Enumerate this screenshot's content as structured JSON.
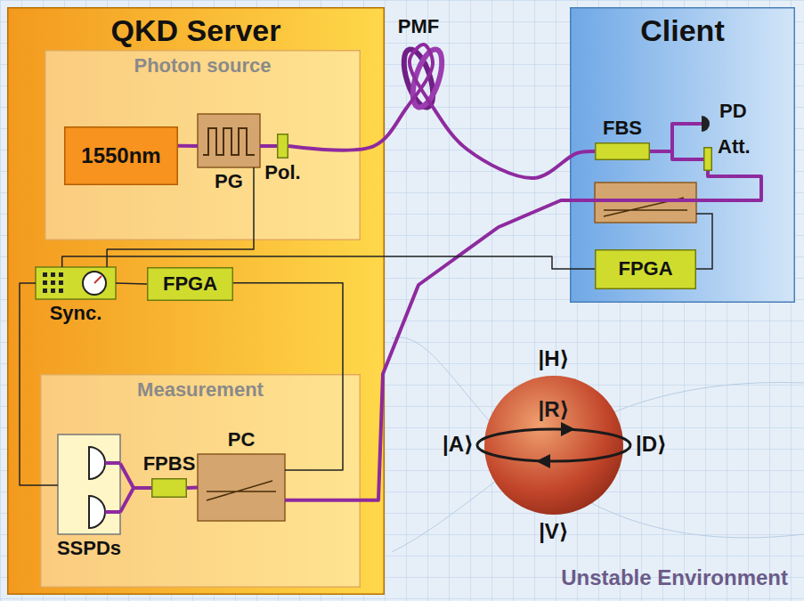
{
  "diagram": {
    "nodes": [
      {
        "text": [
          "QKD Server"
        ]
      },
      {
        "text": [
          "Photon source"
        ],
        "in": 0
      },
      {
        "text": [
          "1550nm"
        ],
        "in": 1
      },
      {
        "text": [
          "PG"
        ],
        "in": 1
      },
      {
        "text": [
          "Pol."
        ],
        "in": 1
      },
      {
        "text": [
          "Sync."
        ],
        "in": 0
      },
      {
        "text": [
          "FPGA"
        ],
        "in": 0
      },
      {
        "text": [
          "Measurement"
        ],
        "in": 0
      },
      {
        "text": [
          "SSPDs"
        ],
        "in": 7
      },
      {
        "text": [
          "FPBS"
        ],
        "in": 7
      },
      {
        "text": [
          "PC"
        ],
        "in": 7
      },
      {
        "text": [
          "Client"
        ]
      },
      {
        "text": [
          "FBS"
        ],
        "in": 11
      },
      {
        "text": [
          "PD"
        ],
        "in": 11
      },
      {
        "text": [
          "Att."
        ],
        "in": 11
      },
      {
        "text": [
          "FPGA"
        ],
        "in": 11
      },
      {
        "text": [
          "|R⟩"
        ]
      }
    ],
    "edges": [
      {
        "from": 2,
        "to": 3,
        "arrow": "none"
      },
      {
        "from": 3,
        "to": 4,
        "arrow": "none"
      },
      {
        "from": 4,
        "to": 12,
        "arrow": "none"
      },
      {
        "from": 12,
        "to": 13,
        "arrow": "none"
      },
      {
        "from": 12,
        "to": 14,
        "arrow": "none"
      },
      {
        "from": 14,
        "to": 10,
        "arrow": "none"
      },
      {
        "from": 10,
        "to": 9,
        "arrow": "none"
      },
      {
        "from": 9,
        "to": 8,
        "arrow": "none"
      },
      {
        "from": 3,
        "to": 5,
        "arrow": "none"
      },
      {
        "from": 5,
        "to": 6,
        "arrow": "none"
      },
      {
        "from": 6,
        "to": 10,
        "arrow": "none"
      },
      {
        "from": 5,
        "to": 8,
        "arrow": "none"
      },
      {
        "from": 5,
        "to": 15,
        "arrow": "none"
      }
    ],
    "labels": [
      "PMF",
      "|H⟩",
      "|A⟩",
      "|D⟩",
      "|V⟩",
      "Unstable Environment"
    ]
  }
}
